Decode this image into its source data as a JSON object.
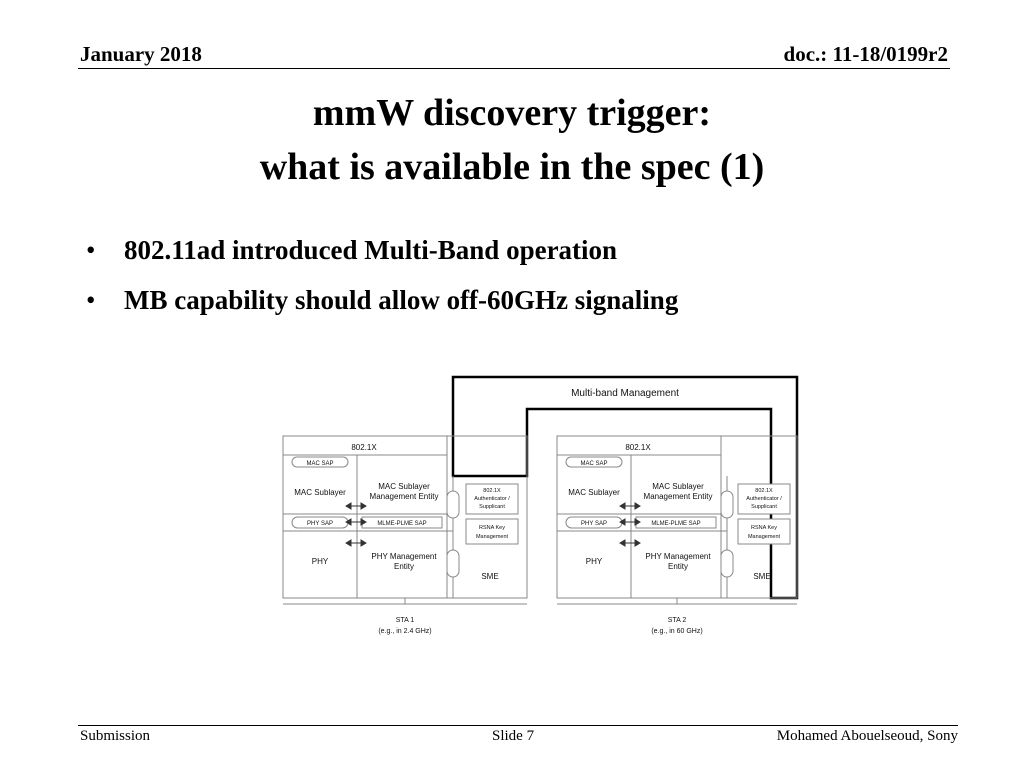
{
  "header": {
    "date": "January 2018",
    "doc": "doc.: 11-18/0199r2"
  },
  "title": {
    "line1": "mmW discovery trigger:",
    "line2": "what is available in the spec (1)"
  },
  "bullets": [
    "802.11ad introduced Multi-Band operation",
    "MB capability should allow off-60GHz signaling"
  ],
  "diagram": {
    "multiband": "Multi-band Management",
    "stations": [
      {
        "top": "802.1X",
        "mac_sap": "MAC SAP",
        "mac_sublayer": "MAC Sublayer",
        "mac_mgmt_1": "MAC Sublayer",
        "mac_mgmt_2": "Management Entity",
        "phy_sap": "PHY SAP",
        "mlme_plme_sap": "MLME-PLME SAP",
        "phy": "PHY",
        "phy_mgmt_1": "PHY Management",
        "phy_mgmt_2": "Entity",
        "auth_1": "802.1X",
        "auth_2": "Authenticator /",
        "auth_3": "Supplicant",
        "rsna_1": "RSNA Key",
        "rsna_2": "Management",
        "sme": "SME",
        "sta_1": "STA 1",
        "sta_2": "(e.g., in 2.4 GHz)"
      },
      {
        "top": "802.1X",
        "mac_sap": "MAC SAP",
        "mac_sublayer": "MAC Sublayer",
        "mac_mgmt_1": "MAC Sublayer",
        "mac_mgmt_2": "Management Entity",
        "phy_sap": "PHY SAP",
        "mlme_plme_sap": "MLME-PLME SAP",
        "phy": "PHY",
        "phy_mgmt_1": "PHY Management",
        "phy_mgmt_2": "Entity",
        "auth_1": "802.1X",
        "auth_2": "Authenticator /",
        "auth_3": "Supplicant",
        "rsna_1": "RSNA Key",
        "rsna_2": "Management",
        "sme": "SME",
        "sta_1": "STA 2",
        "sta_2": "(e.g., in 60 GHz)"
      }
    ]
  },
  "footer": {
    "left": "Submission",
    "center": "Slide 7",
    "right": "Mohamed Abouelseoud, Sony"
  }
}
